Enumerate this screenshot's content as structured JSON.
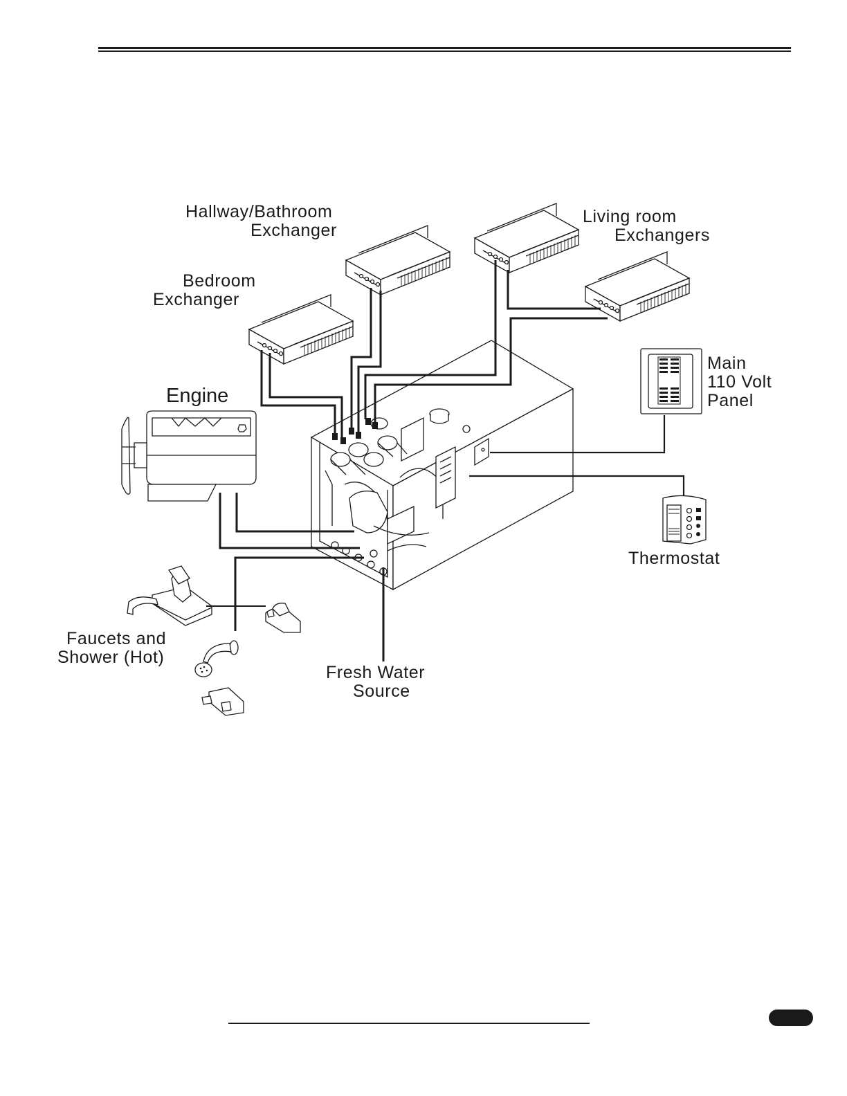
{
  "labels": {
    "hallway_l1": "Hallway/Bathroom",
    "hallway_l2": "Exchanger",
    "living_l1": "Living room",
    "living_l2": "Exchangers",
    "bedroom_l1": "Bedroom",
    "bedroom_l2": "Exchanger",
    "engine": "Engine",
    "panel_l1": "Main",
    "panel_l2": "110 Volt",
    "panel_l3": "Panel",
    "thermostat": "Thermostat",
    "faucets_l1": "Faucets and",
    "faucets_l2": "Shower (Hot)",
    "water_l1": "Fresh Water",
    "water_l2": "Source"
  }
}
